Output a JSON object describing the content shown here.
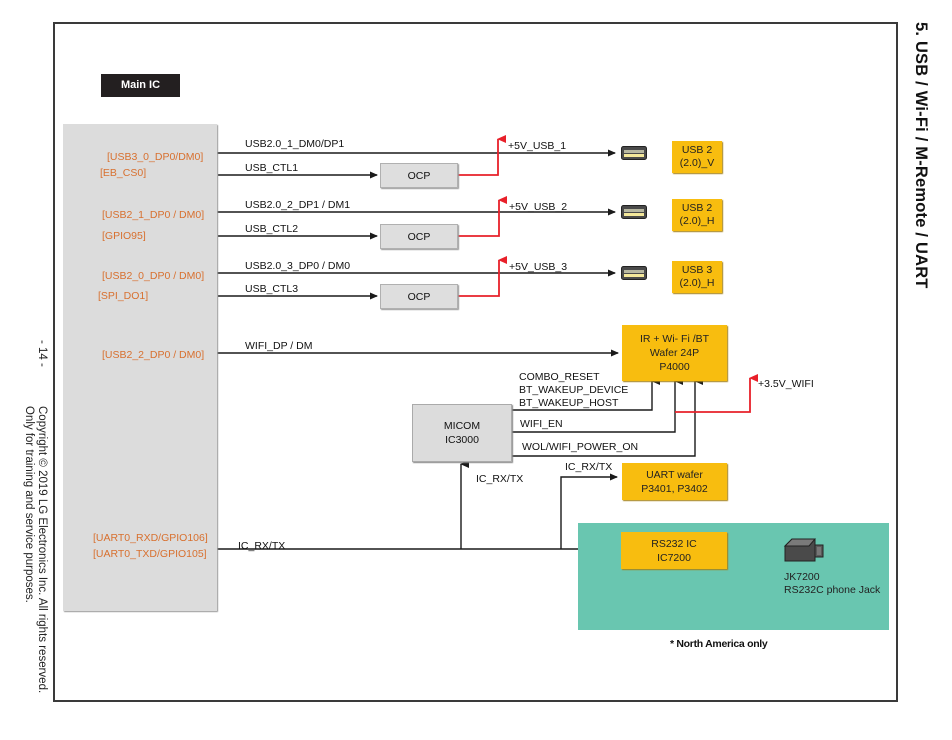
{
  "page": {
    "section_title": "5. USB / Wi-Fi / M-Remote / UART",
    "page_number": "- 14 -",
    "copyright_line1": "Copyright © 2019 LG Electronics Inc. All rights reserved.",
    "copyright_line2": "Only for training and service purposes.",
    "footnote": "* North America only"
  },
  "main_ic": {
    "label": "Main IC",
    "pins": [
      "[USB3_0_DP0/DM0]",
      "[EB_CS0]",
      "[USB2_1_DP0 / DM0]",
      "[GPIO95]",
      "[USB2_0_DP0 / DM0]",
      "[SPI_DO1]",
      "[USB2_2_DP0 / DM0]",
      "[UART0_RXD/GPIO106]",
      "[UART0_TXD/GPIO105]"
    ]
  },
  "usb_channels": [
    {
      "data_signal": "USB2.0_1_DM0/DP1",
      "ctl_signal": "USB_CTL1",
      "ocp_label": "OCP",
      "power_label": "+5V_USB_1",
      "port_line1": "USB 2",
      "port_line2": "(2.0)_V"
    },
    {
      "data_signal": "USB2.0_2_DP1 / DM1",
      "ctl_signal": "USB_CTL2",
      "ocp_label": "OCP",
      "power_label": "+5V_USB_2",
      "port_line1": "USB 2",
      "port_line2": "(2.0)_H"
    },
    {
      "data_signal": "USB2.0_3_DP0 / DM0",
      "ctl_signal": "USB_CTL3",
      "ocp_label": "OCP",
      "power_label": "+5V_USB_3",
      "port_line1": "USB 3",
      "port_line2": "(2.0)_H"
    }
  ],
  "wifi": {
    "data_signal": "WIFI_DP / DM",
    "block_lines": [
      "IR + Wi- Fi /BT",
      "Wafer 24P",
      "P4000"
    ],
    "power_label": "+3.5V_WIFI",
    "control_signals": [
      "COMBO_RESET",
      "BT_WAKEUP_DEVICE",
      "BT_WAKEUP_HOST",
      "WIFI_EN",
      "WOL/WIFI_POWER_ON"
    ]
  },
  "micom": {
    "line1": "MICOM",
    "line2": "IC3000",
    "uart_signal": "IC_RX/TX"
  },
  "uart": {
    "main_signal": "IC_RX/TX",
    "wafer_signal": "IC_RX/TX",
    "wafer_line1": "UART wafer",
    "wafer_line2": "P3401, P3402",
    "rs232_line1": "RS232 IC",
    "rs232_line2": "IC7200",
    "jack_line1": "JK7200",
    "jack_line2": "RS232C phone Jack"
  },
  "colors": {
    "pin_text": "#d8702f",
    "power_line": "#e8202a",
    "block_yellow": "#f8bd0f",
    "region_teal": "#69c6b0",
    "ic_gray": "#dcdcdc"
  }
}
